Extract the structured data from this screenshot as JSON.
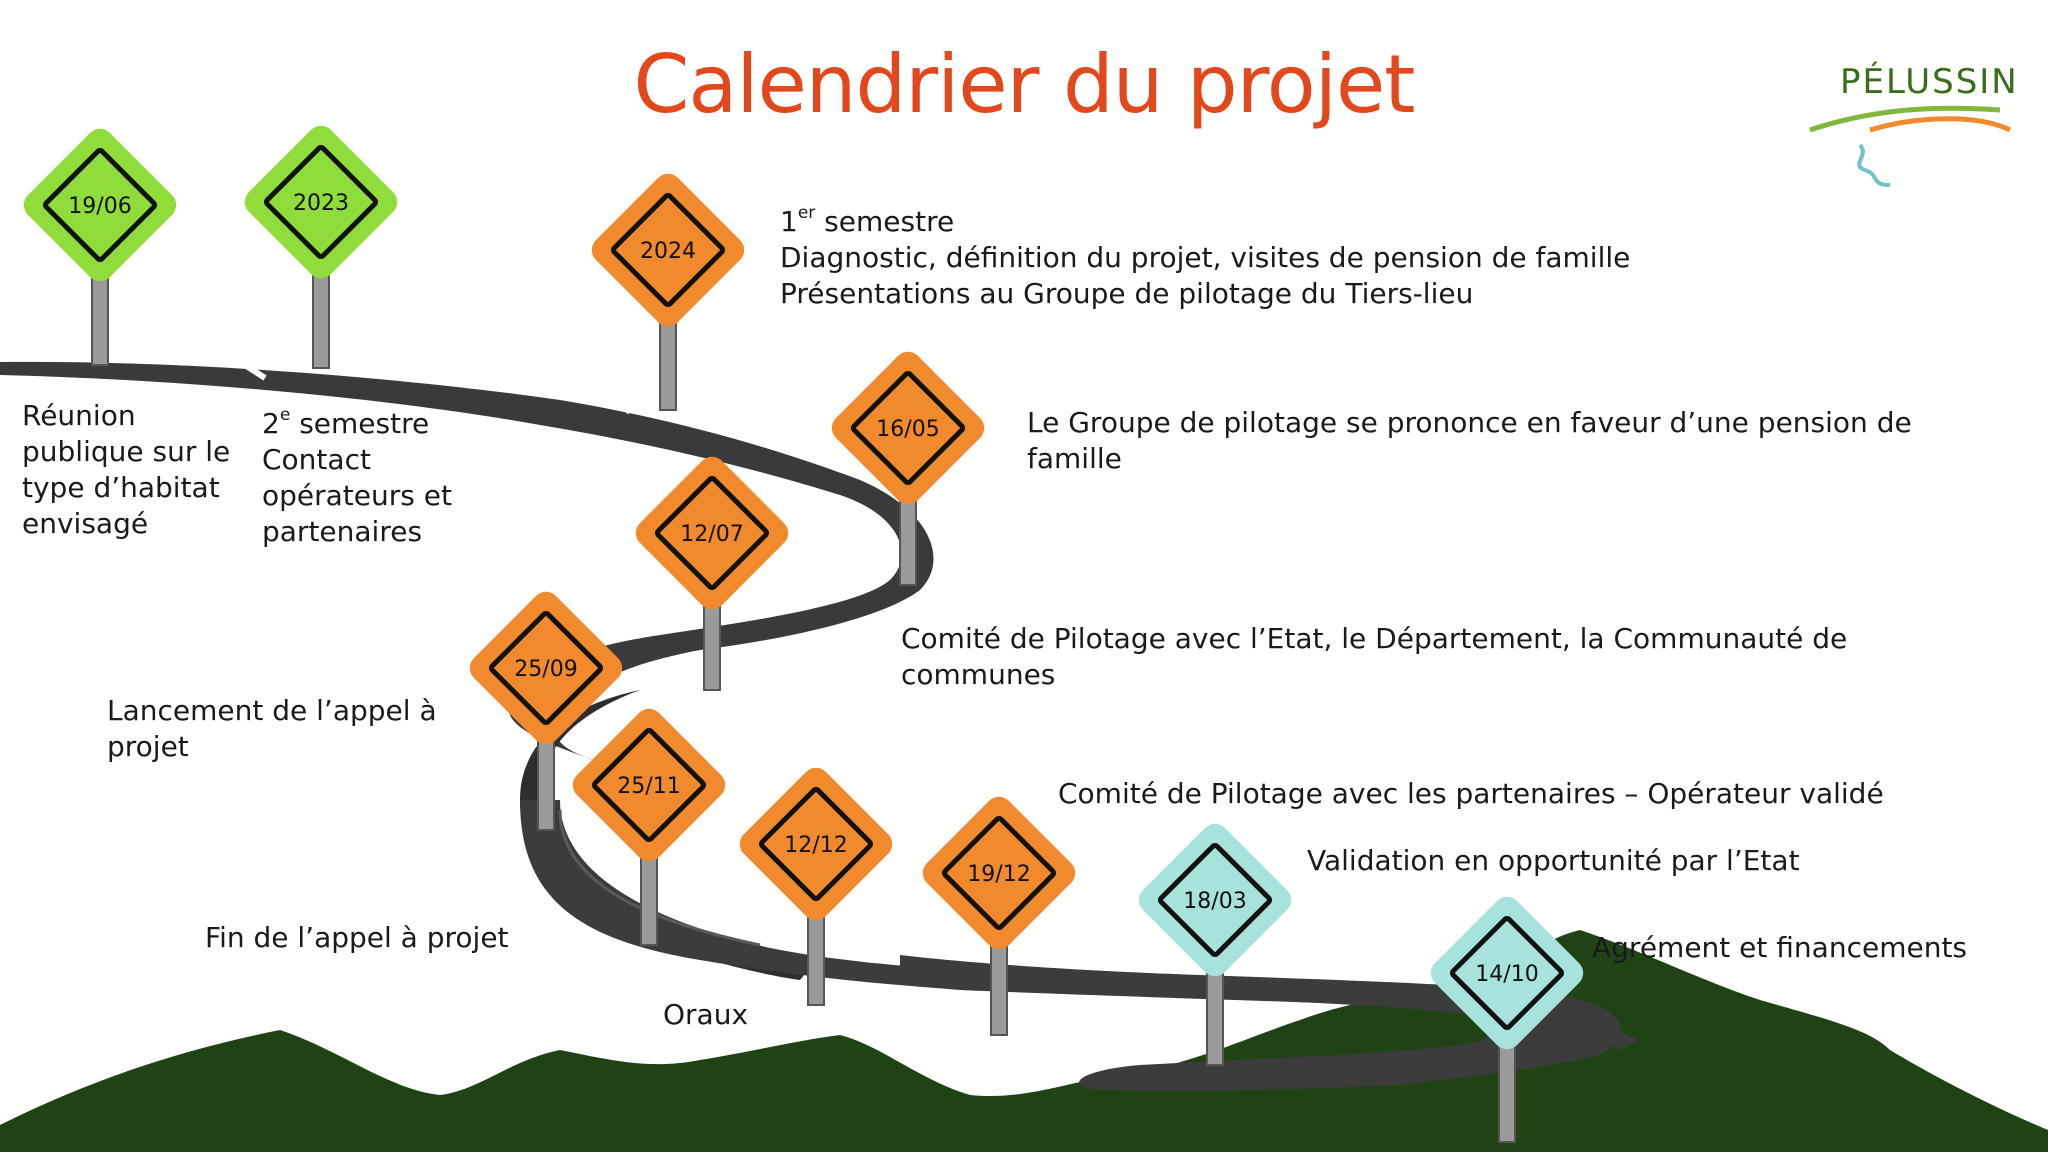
{
  "title": "Calendrier du projet",
  "logo": {
    "text": "PÉLUSSIN"
  },
  "colors": {
    "title": "#e2481c",
    "sign_done": "#8fdc3a",
    "sign_current": "#f08a2c",
    "sign_future": "#a8e2dc",
    "road": "#3a3a3a",
    "hills": "#1f4314"
  },
  "milestones": [
    {
      "date": "19/06",
      "status": "done"
    },
    {
      "date": "2023",
      "status": "done"
    },
    {
      "date": "2024",
      "status": "current"
    },
    {
      "date": "16/05",
      "status": "current"
    },
    {
      "date": "12/07",
      "status": "current"
    },
    {
      "date": "25/09",
      "status": "current"
    },
    {
      "date": "25/11",
      "status": "current"
    },
    {
      "date": "12/12",
      "status": "current"
    },
    {
      "date": "19/12",
      "status": "current"
    },
    {
      "date": "18/03",
      "status": "future"
    },
    {
      "date": "14/10",
      "status": "future"
    }
  ],
  "labels": {
    "m1": [
      "Réunion",
      "publique sur le",
      "type d’habitat",
      "envisagé"
    ],
    "m2": {
      "sup_num": "2",
      "sup": "e",
      "sup_rest": " semestre",
      "lines": [
        "Contact",
        "opérateurs et",
        "partenaires"
      ]
    },
    "m3": {
      "sup_num": "1",
      "sup": "er",
      "sup_rest": " semestre",
      "lines": [
        "Diagnostic, définition du projet, visites de pension de famille",
        "Présentations au Groupe de pilotage du Tiers-lieu"
      ]
    },
    "m4": [
      "Le Groupe de pilotage se prononce en faveur d’une pension de",
      "famille"
    ],
    "m5": [
      "Comité de Pilotage avec l’Etat, le Département, la Communauté de",
      "communes"
    ],
    "m6": [
      "Lancement de l’appel à",
      "projet"
    ],
    "m7": "Fin de l’appel à projet",
    "m8": "Oraux",
    "m9": "Comité de Pilotage avec les partenaires – Opérateur validé",
    "m10": "Validation en opportunité par l’Etat",
    "m11": "Agrément et financements"
  }
}
